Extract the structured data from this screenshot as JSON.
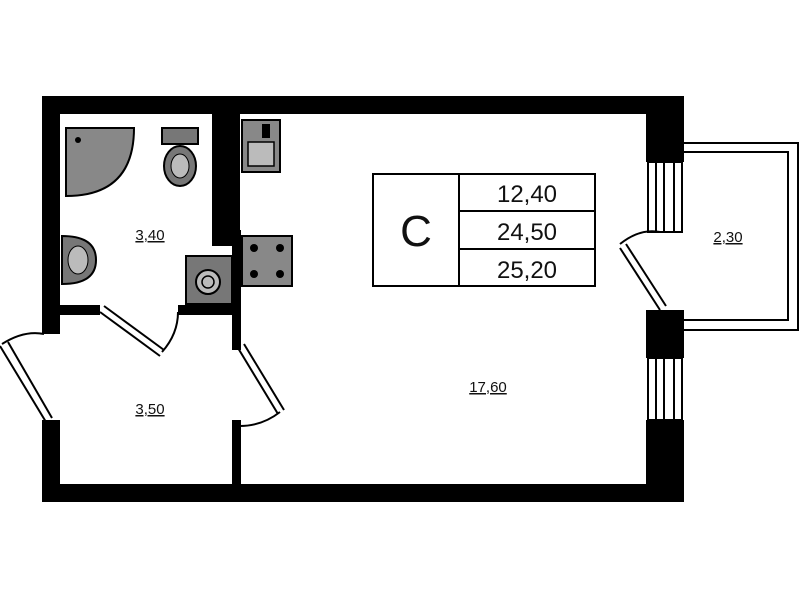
{
  "plan": {
    "type_letter": "С",
    "areas": {
      "living": "12,40",
      "total": "24,50",
      "total_with_balcony": "25,20"
    },
    "rooms": {
      "bathroom": "3,40",
      "hallway": "3,50",
      "main_room": "17,60",
      "balcony": "2,30"
    }
  }
}
